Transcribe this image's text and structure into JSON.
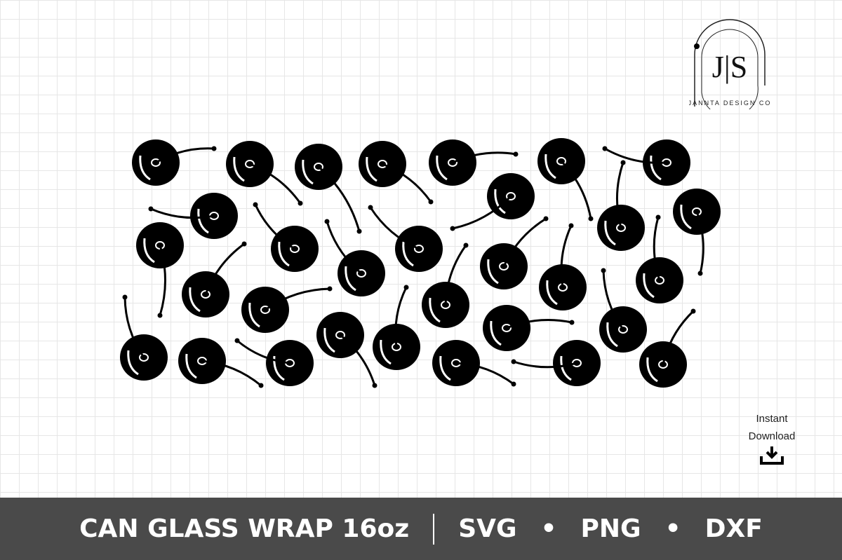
{
  "logo": {
    "initials": "J|S",
    "brand": "JANNTA DESIGN CO"
  },
  "download": {
    "line1": "Instant",
    "line2": "Download",
    "icon": "download-icon"
  },
  "banner": {
    "product": "CAN GLASS WRAP 16oz",
    "formats": [
      "SVG",
      "PNG",
      "DXF"
    ],
    "bullet": "•"
  },
  "colors": {
    "banner": "#4a4a4a",
    "cherry": "#000000"
  }
}
